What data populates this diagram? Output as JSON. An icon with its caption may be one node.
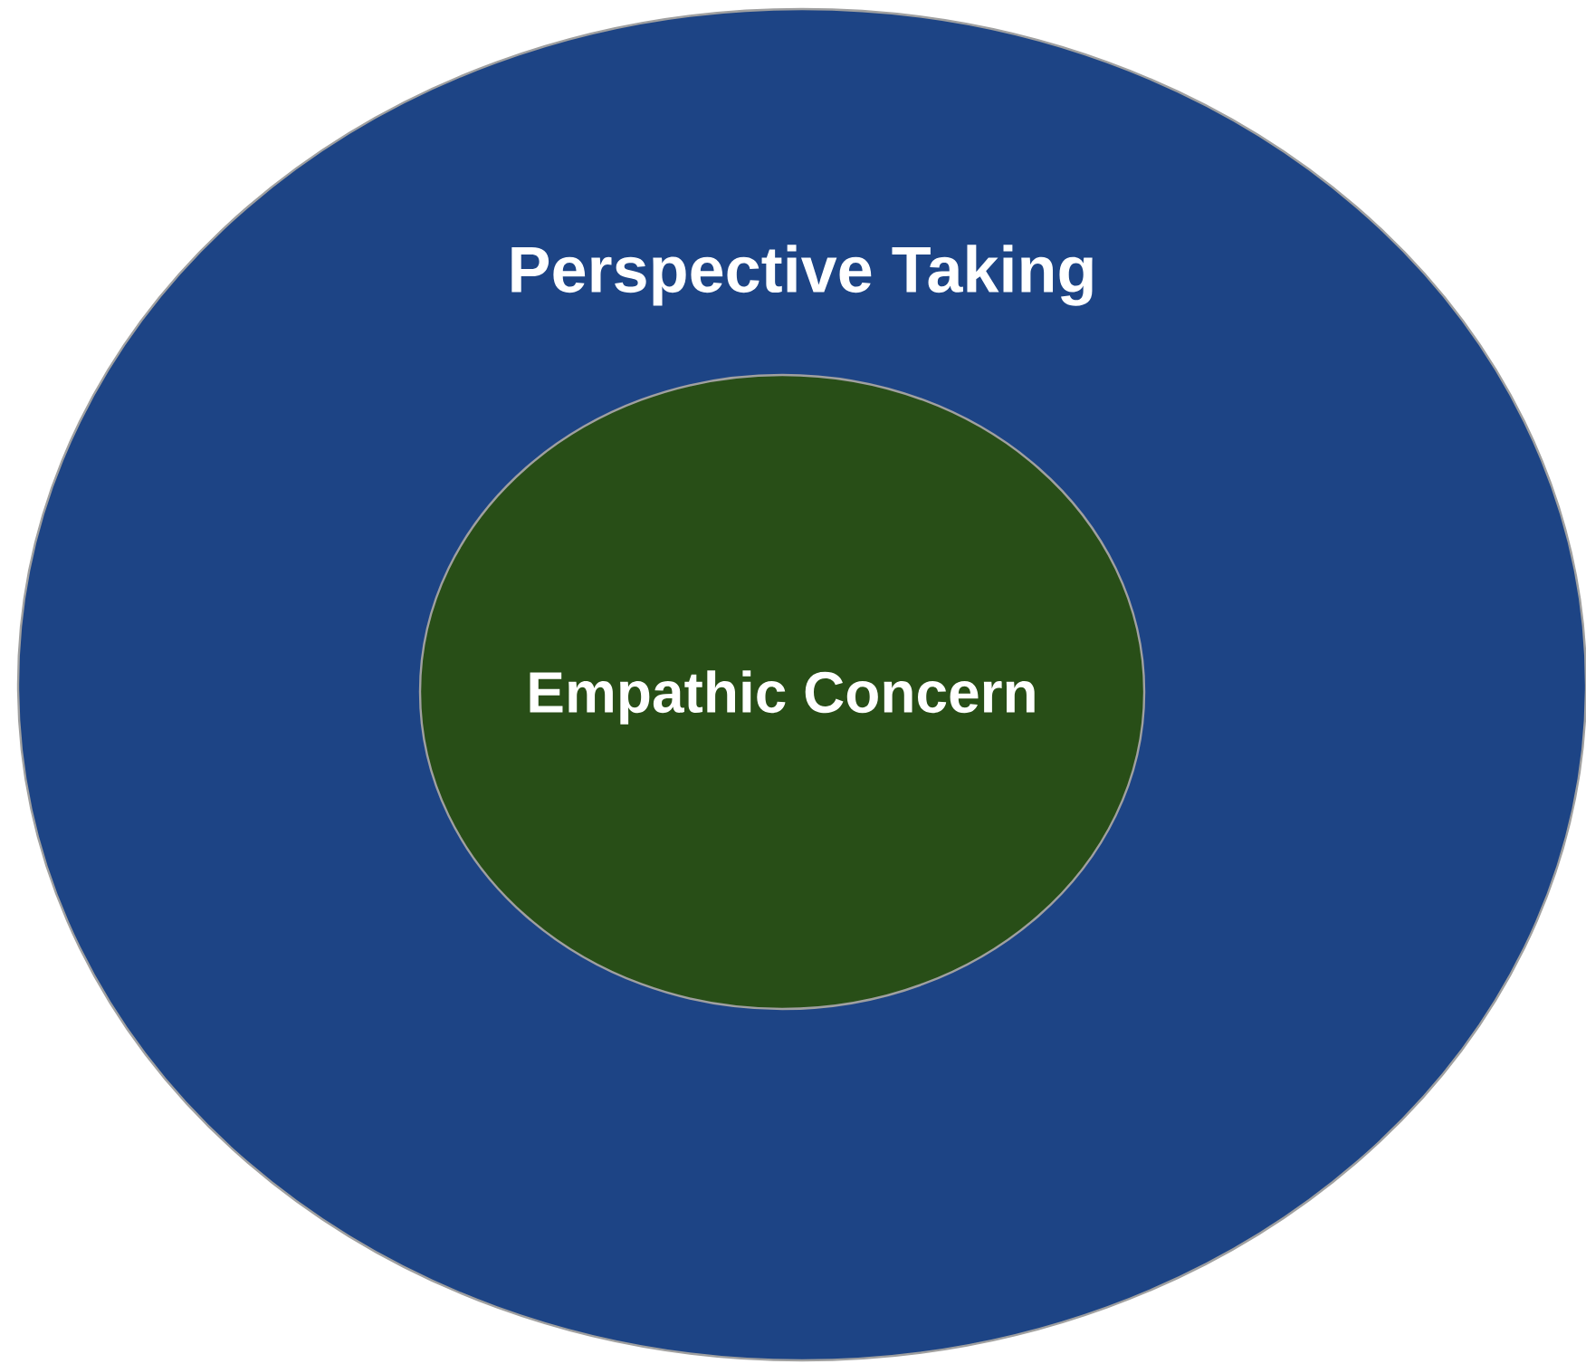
{
  "diagram": {
    "nodes": [
      {
        "text": [
          "Perspective Taking"
        ]
      },
      {
        "text": [
          "Empathic Concern"
        ],
        "in": 0
      }
    ]
  }
}
